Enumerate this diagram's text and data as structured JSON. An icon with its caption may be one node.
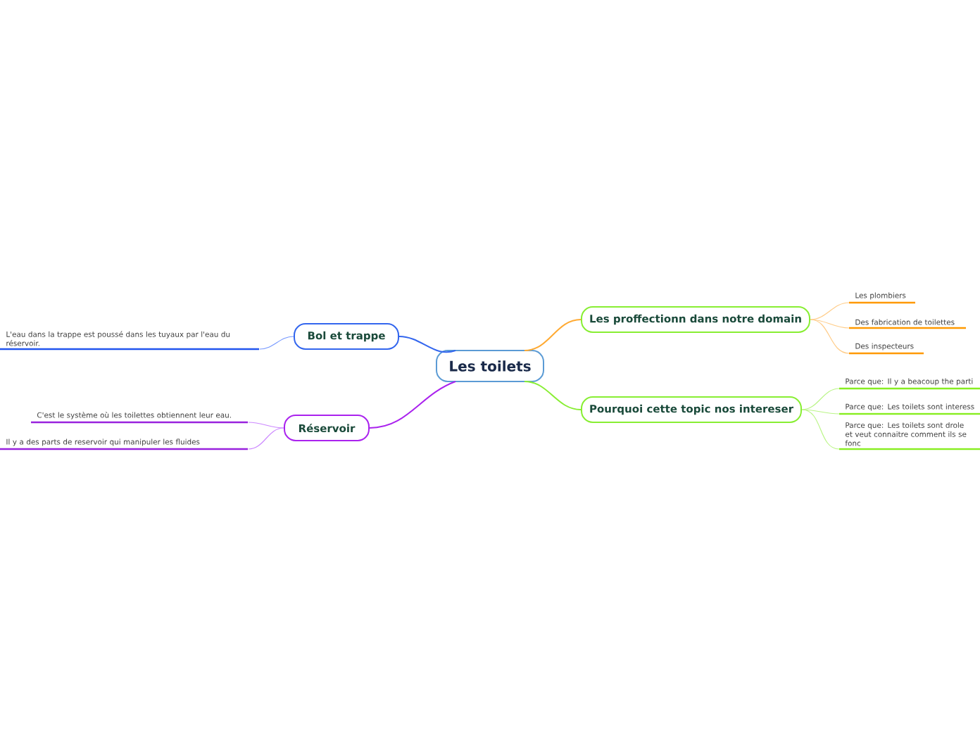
{
  "diagram": {
    "nodes": [
      {
        "text": [
          "Les toilets"
        ]
      },
      {
        "text": [
          "Bol et trappe"
        ]
      },
      {
        "text": [
          "L'eau dans la trappe est poussé dans les tuyaux par l'eau du réservoir."
        ]
      },
      {
        "text": [
          "Réservoir"
        ]
      },
      {
        "text": [
          "C'est le système où les toilettes obtiennent leur eau."
        ]
      },
      {
        "text": [
          "Il y a des parts de reservoir qui manipuler les fluides"
        ]
      },
      {
        "text": [
          "Les proffectionn dans notre domain"
        ]
      },
      {
        "text": [
          "Les plombiers"
        ]
      },
      {
        "text": [
          "Des fabrication de toilettes"
        ]
      },
      {
        "text": [
          "Des inspecteurs"
        ]
      },
      {
        "text": [
          "Pourquoi cette topic nos intereser"
        ]
      },
      {
        "text": [
          "Parce que: Il y a beacoup the parti"
        ]
      },
      {
        "text": [
          "Parce que: Les toilets sont interess"
        ]
      },
      {
        "text": [
          "Parce que: Les toilets sont drole et veut connaitre comment ils se fonc"
        ]
      }
    ],
    "edges": [
      {
        "from": 0,
        "to": 1,
        "arrow": "none",
        "color": "#3366ee"
      },
      {
        "from": 1,
        "to": 2,
        "arrow": "none",
        "color": "#7799ff"
      },
      {
        "from": 0,
        "to": 3,
        "arrow": "none",
        "color": "#aa22ee"
      },
      {
        "from": 3,
        "to": 4,
        "arrow": "none",
        "color": "#cc88ff"
      },
      {
        "from": 3,
        "to": 5,
        "arrow": "none",
        "color": "#cc88ff"
      },
      {
        "from": 0,
        "to": 6,
        "arrow": "none",
        "color": "#ffaa33"
      },
      {
        "from": 6,
        "to": 7,
        "arrow": "none",
        "color": "#ffcc88"
      },
      {
        "from": 6,
        "to": 8,
        "arrow": "none",
        "color": "#ffcc88"
      },
      {
        "from": 6,
        "to": 9,
        "arrow": "none",
        "color": "#ffcc88"
      },
      {
        "from": 0,
        "to": 10,
        "arrow": "none",
        "color": "#88ee33"
      },
      {
        "from": 10,
        "to": 11,
        "arrow": "none",
        "color": "#bbf588"
      },
      {
        "from": 10,
        "to": 12,
        "arrow": "none",
        "color": "#bbf588"
      },
      {
        "from": 10,
        "to": 13,
        "arrow": "none",
        "color": "#bbf588"
      }
    ]
  }
}
